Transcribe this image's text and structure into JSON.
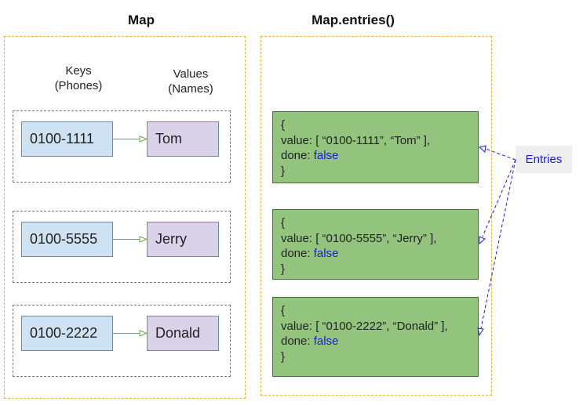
{
  "titles": {
    "map": "Map",
    "entries": "Map.entries()"
  },
  "map": {
    "keys_header": [
      "Keys",
      "(Phones)"
    ],
    "values_header": [
      "Values",
      "(Names)"
    ],
    "rows": [
      {
        "key": "0100-1111",
        "value": "Tom"
      },
      {
        "key": "0100-5555",
        "value": "Jerry"
      },
      {
        "key": "0100-2222",
        "value": "Donald"
      }
    ]
  },
  "entries": [
    {
      "open": "{",
      "value_line": "value: [ “0100-1111”, “Tom” ],",
      "done_prefix": "done: ",
      "done_value": "false",
      "close": "}"
    },
    {
      "open": "{",
      "value_line": "value: [ “0100-5555”, “Jerry” ],",
      "done_prefix": "done: ",
      "done_value": "false",
      "close": "}"
    },
    {
      "open": "{",
      "value_line": "value: [ “0100-2222”, “Donald” ],",
      "done_prefix": "done: ",
      "done_value": "false",
      "close": "}"
    }
  ],
  "entries_label": "Entries",
  "colors": {
    "panel_border": "#f2b233",
    "key_fill": "#cfe2f3",
    "value_fill": "#d9d2e9",
    "entry_fill": "#93c47d",
    "keyword_blue": "#1a1adb",
    "pointer_arrow": "#6aa84f",
    "entries_arrow": "#1a1adb"
  }
}
